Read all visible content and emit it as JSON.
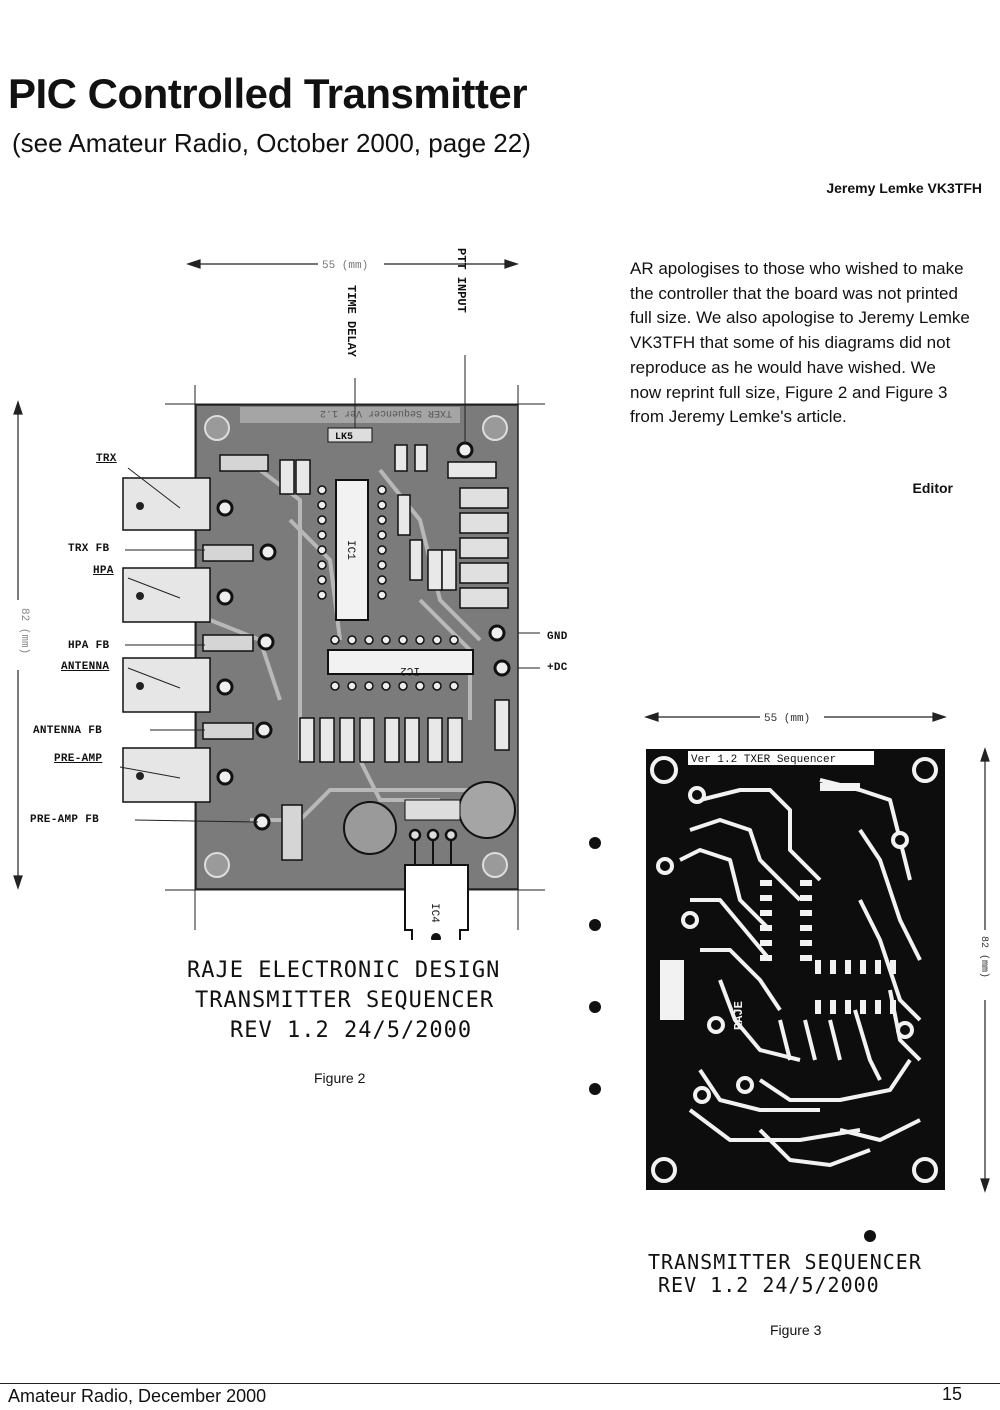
{
  "article": {
    "title": "PIC Controlled Transmitter",
    "subtitle": "(see Amateur Radio, October 2000, page 22)",
    "author": "Jeremy Lemke VK3TFH"
  },
  "note": {
    "text": "AR apologises to those who wished to make the controller that the board was not printed full size. We also apologise to Jeremy Lemke VK3TFH that some of his diagrams did not reproduce as he would have wished. We now reprint full size, Figure 2 and Figure 3 from Jeremy Lemke's article.",
    "signature": "Editor"
  },
  "figure2": {
    "width_dim": "55 (mm)",
    "height_dim": "82 (mm)",
    "labels": {
      "time_delay": "TIME DELAY",
      "ptt_input": "PTT INPUT",
      "trx": "TRX",
      "trx_fb": "TRX FB",
      "hpa": "HPA",
      "hpa_fb": "HPA FB",
      "antenna": "ANTENNA",
      "antenna_fb": "ANTENNA FB",
      "pre_amp": "PRE-AMP",
      "pre_amp_fb": "PRE-AMP FB",
      "gnd": "GND",
      "dc": "+DC",
      "board_silk": "TXER Sequencer Ver 1.2",
      "ic1": "IC1",
      "ic2": "IC2",
      "ic4": "IC4",
      "lk5": "LK5"
    },
    "legend_line1": "RAJE ELECTRONIC DESIGN",
    "legend_line2": "TRANSMITTER SEQUENCER",
    "legend_line3": "REV 1.2 24/5/2000",
    "caption": "Figure 2"
  },
  "figure3": {
    "width_dim": "55 (mm)",
    "height_dim": "82 (mm)",
    "board_label": "Ver 1.2 TXER Sequencer",
    "raje_mark": "RAJE",
    "legend_line1": "TRANSMITTER SEQUENCER",
    "legend_line2": "REV 1.2 24/5/2000",
    "caption": "Figure 3"
  },
  "footer": {
    "publication": "Amateur Radio, December 2000",
    "page": "15"
  }
}
